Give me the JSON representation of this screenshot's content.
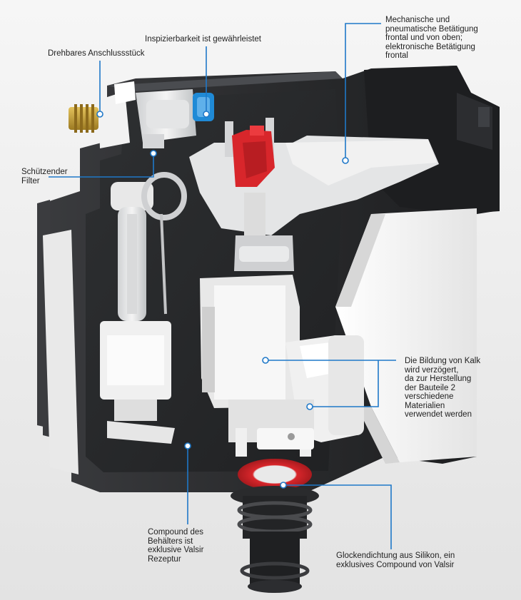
{
  "callouts": {
    "drehbares_anschlussstueck": "Drehbares Anschlussstück",
    "inspizierbarkeit": "Inspizierbarkeit ist gewährleistet",
    "betaetigung": "Mechanische und\npneumatische Betätigung\nfrontal und von oben;\nelektronische Betätigung\nfrontal",
    "schuetzender_filter": "Schützender\nFilter",
    "kalkbildung": "Die Bildung von Kalk\nwird verzögert,\nda zur Herstellung\nder Bauteile 2\nverschiedene\nMaterialien\nverwendet werden",
    "compound_behaelter": "Compound des\nBehälters ist\nexklusive Valsir\nRezeptur",
    "glockendichtung": "Glockendichtung aus Silikon, ein\nexklusives Compound von Valsir"
  },
  "colors": {
    "leader": "#1f78c8",
    "tank_shell": "#2b2c2e",
    "insulation": "#eeeeee",
    "red_parts": "#d8262b",
    "blue_cap": "#1f8ad6",
    "brass": "#c9a23a"
  }
}
